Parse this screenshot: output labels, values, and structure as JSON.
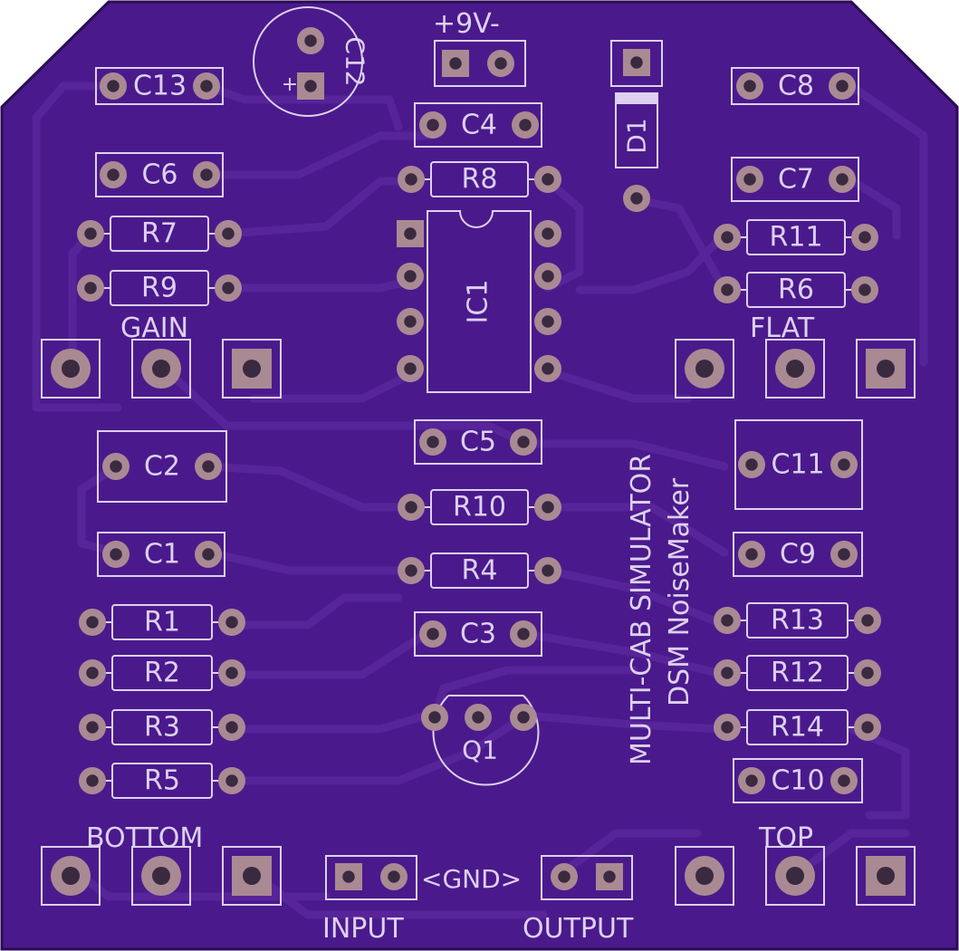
{
  "board": {
    "colors": {
      "mask": "#4a1a8c",
      "pad": "#a98a93",
      "hole": "#3a2a40",
      "silk": "#ddd0f0",
      "edge": "#2a0c52"
    },
    "title_lines": [
      "MULTI-CAB SIMULATOR",
      "DSM NoiseMaker"
    ]
  },
  "labels": {
    "power": "+9V-",
    "gain": "GAIN",
    "flat": "FLAT",
    "bottom": "BOTTOM",
    "top": "TOP",
    "gnd": "<GND>",
    "input": "INPUT",
    "output": "OUTPUT",
    "plus": "+"
  },
  "parts": {
    "C13": "C13",
    "C12": "C12",
    "C4": "C4",
    "C8": "C8",
    "C6": "C6",
    "C7": "C7",
    "R8": "R8",
    "D1": "D1",
    "R7": "R7",
    "R11": "R11",
    "R9": "R9",
    "R6": "R6",
    "IC1": "IC1",
    "C2": "C2",
    "C5": "C5",
    "C11": "C11",
    "R10": "R10",
    "C1": "C1",
    "C9": "C9",
    "R4": "R4",
    "R1": "R1",
    "R13": "R13",
    "C3": "C3",
    "R2": "R2",
    "R12": "R12",
    "R3": "R3",
    "R14": "R14",
    "Q1": "Q1",
    "R5": "R5",
    "C10": "C10"
  }
}
